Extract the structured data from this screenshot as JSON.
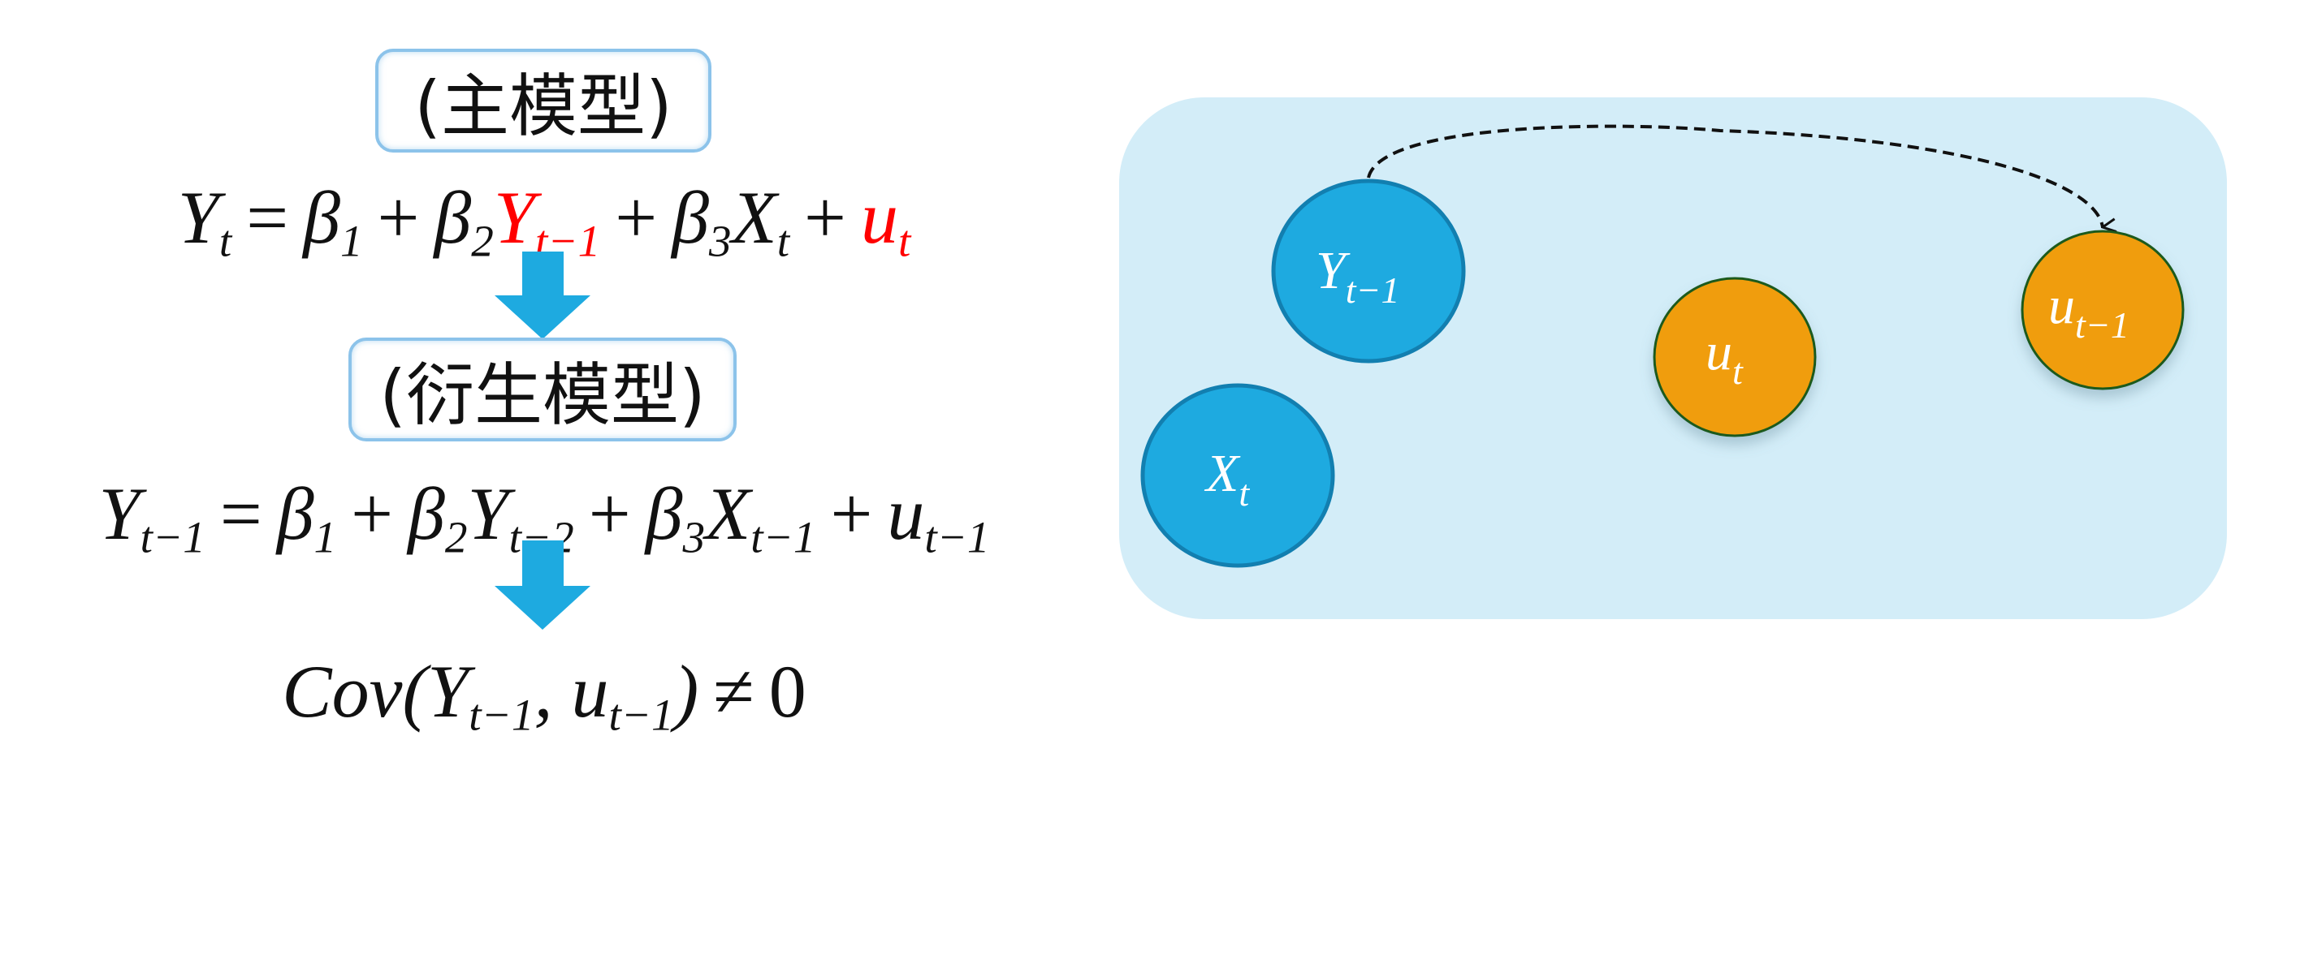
{
  "main_model_label": "(主模型)",
  "derived_model_label": "(衍生模型)",
  "equations": [
    {
      "name": "main-model-equation",
      "tokens": [
        {
          "t": "Y",
          "sub": "t"
        },
        {
          "op": "="
        },
        {
          "t": "β",
          "sub": "1"
        },
        {
          "op": "+"
        },
        {
          "t": "β",
          "sub": "2"
        },
        {
          "t": "Y",
          "sub": "t−1",
          "color": "#ff0000"
        },
        {
          "op": "+"
        },
        {
          "t": "β",
          "sub": "3"
        },
        {
          "t": "X",
          "sub": "t"
        },
        {
          "op": "+"
        },
        {
          "t": "u",
          "sub": "t",
          "color": "#ff0000"
        }
      ]
    },
    {
      "name": "derived-model-equation",
      "tokens": [
        {
          "t": "Y",
          "sub": "t−1"
        },
        {
          "op": "="
        },
        {
          "t": "β",
          "sub": "1"
        },
        {
          "op": "+"
        },
        {
          "t": "β",
          "sub": "2"
        },
        {
          "t": "Y",
          "sub": "t−2"
        },
        {
          "op": "+"
        },
        {
          "t": "β",
          "sub": "3"
        },
        {
          "t": "X",
          "sub": "t−1"
        },
        {
          "op": "+"
        },
        {
          "t": "u",
          "sub": "t−1"
        }
      ]
    },
    {
      "name": "covariance-equation",
      "tokens": [
        {
          "t": "Cov("
        },
        {
          "t": "Y",
          "sub": "t−1"
        },
        {
          "t": ", "
        },
        {
          "t": "u",
          "sub": "t−1"
        },
        {
          "t": ")"
        },
        {
          "op": "≠"
        },
        {
          "num": "0"
        }
      ]
    }
  ],
  "nodes": {
    "y_lag": {
      "base": "Y",
      "sub": "t−1"
    },
    "x_t": {
      "base": "X",
      "sub": "t"
    },
    "u_t": {
      "base": "u",
      "sub": "t"
    },
    "u_lag": {
      "base": "u",
      "sub": "t−1"
    }
  },
  "colors": {
    "accent_blue": "#1eaae0",
    "orange": "#f09d07",
    "panel": "#d3edf8",
    "red": "#ff0000"
  }
}
